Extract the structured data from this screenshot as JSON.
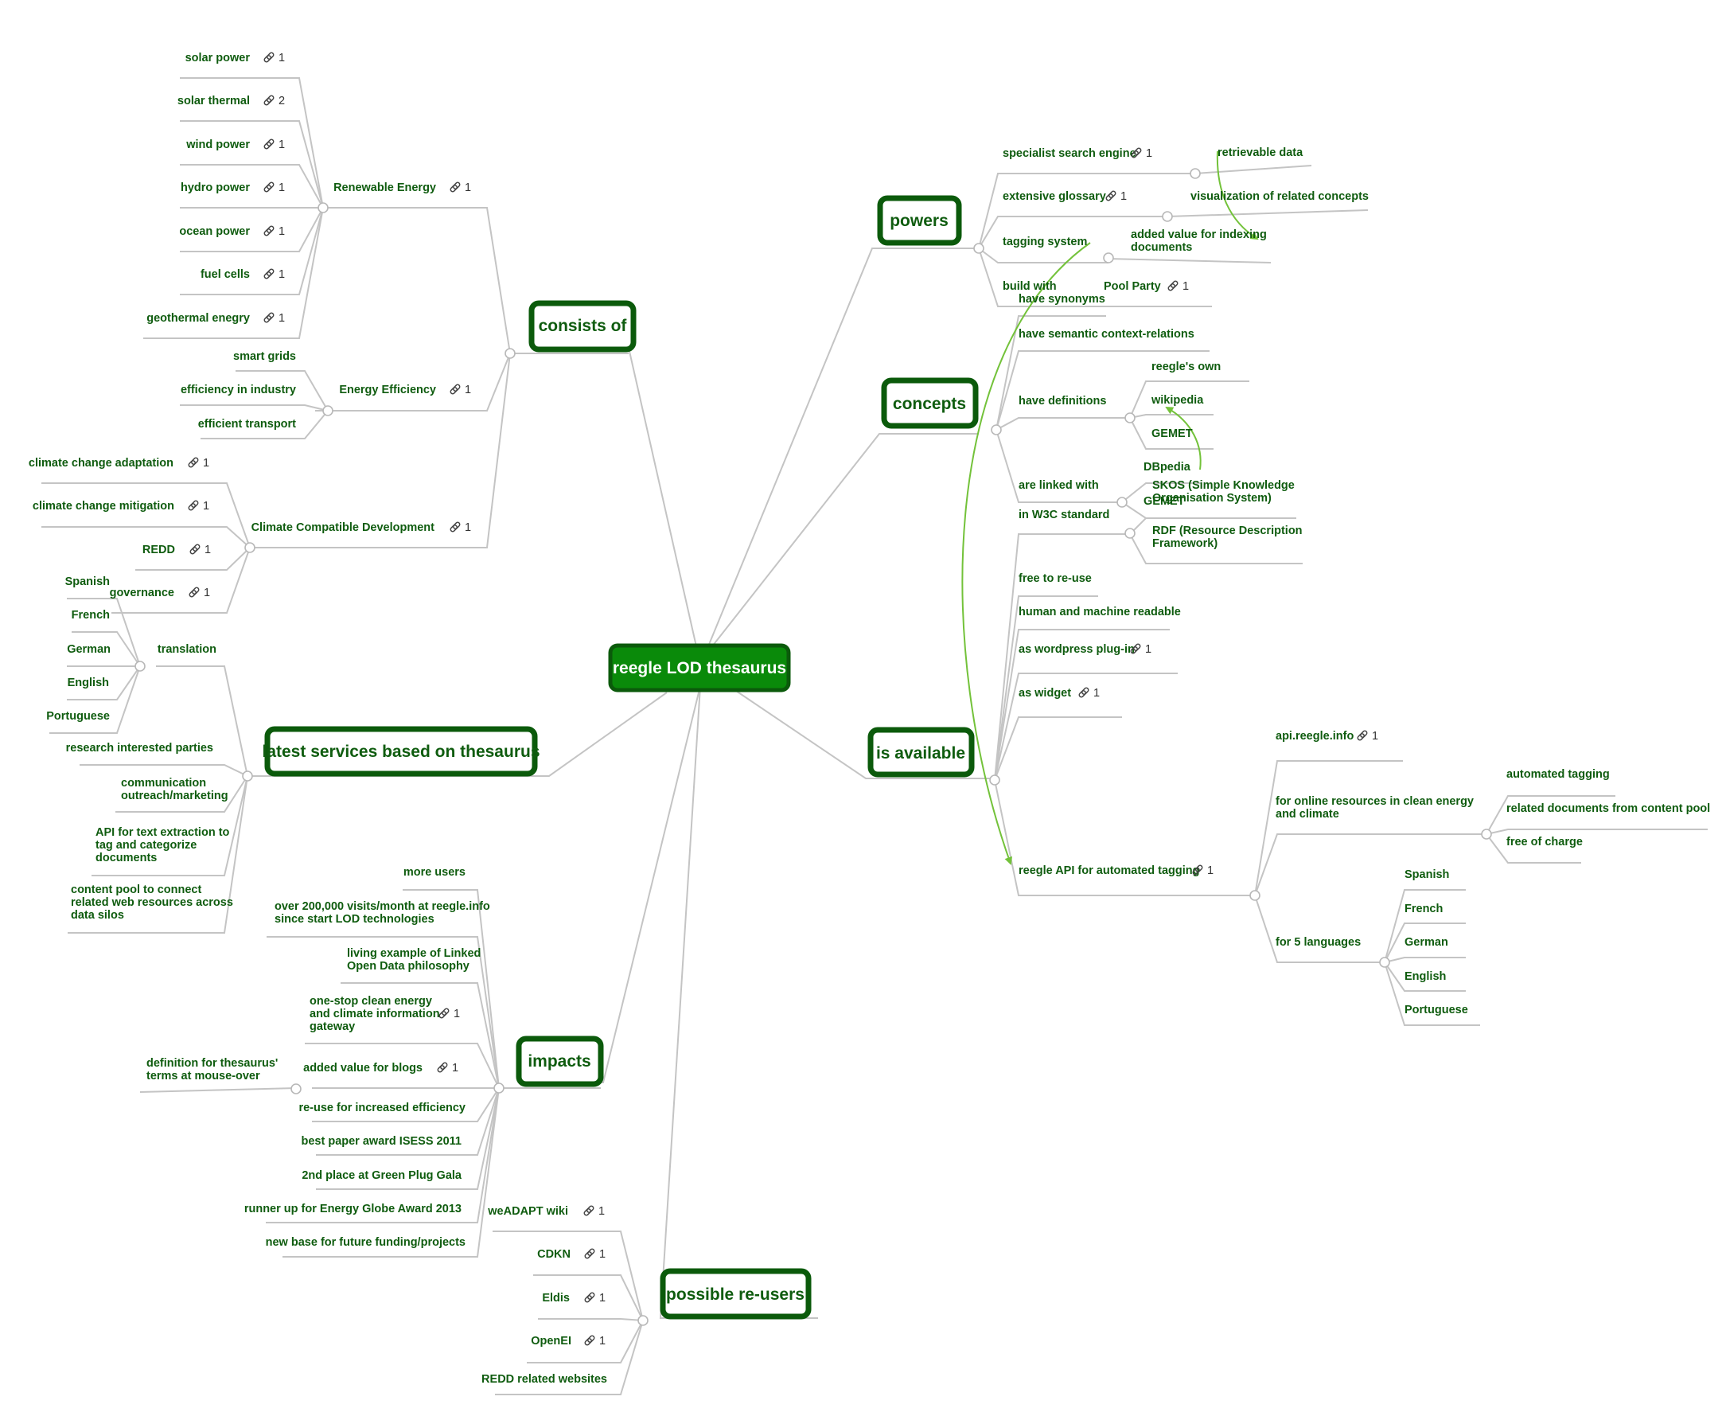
{
  "root": {
    "label": "reegle LOD thesaurus"
  },
  "branches": {
    "consists_of": {
      "label": "consists of"
    },
    "latest_services": {
      "label": "latest services based on thesaurus"
    },
    "impacts": {
      "label": "impacts"
    },
    "possible_reusers": {
      "label": "possible re-users"
    },
    "powers": {
      "label": "powers"
    },
    "concepts": {
      "label": "concepts"
    },
    "is_available": {
      "label": "is available"
    }
  },
  "nodes": {
    "solar_power": {
      "label": "solar power",
      "count": "1"
    },
    "solar_thermal": {
      "label": "solar thermal",
      "count": "2"
    },
    "wind_power": {
      "label": "wind power",
      "count": "1"
    },
    "hydro_power": {
      "label": "hydro power",
      "count": "1"
    },
    "ocean_power": {
      "label": "ocean power",
      "count": "1"
    },
    "fuel_cells": {
      "label": "fuel cells",
      "count": "1"
    },
    "geothermal": {
      "label": "geothermal enegry",
      "count": "1"
    },
    "renewable": {
      "label": "Renewable Energy",
      "count": "1"
    },
    "smart_grids": {
      "label": "smart grids"
    },
    "eff_industry": {
      "label": "efficiency in industry"
    },
    "eff_transport": {
      "label": "efficient transport"
    },
    "energy_eff": {
      "label": "Energy Efficiency",
      "count": "1"
    },
    "cc_adaptation": {
      "label": "climate change adaptation",
      "count": "1"
    },
    "cc_mitigation": {
      "label": "climate change mitigation",
      "count": "1"
    },
    "redd": {
      "label": "REDD",
      "count": "1"
    },
    "governance": {
      "label": "governance",
      "count": "1"
    },
    "ccd": {
      "label": "Climate Compatible Development",
      "count": "1"
    },
    "tr_spanish": {
      "label": "Spanish"
    },
    "tr_french": {
      "label": "French"
    },
    "tr_german": {
      "label": "German"
    },
    "tr_english": {
      "label": "English"
    },
    "tr_portuguese": {
      "label": "Portuguese"
    },
    "translation": {
      "label": "translation"
    },
    "research": {
      "label": "research interested parties"
    },
    "communication": {
      "lines": [
        "communication",
        "outreach/marketing"
      ]
    },
    "api_text": {
      "lines": [
        "API for text extraction to",
        "tag and categorize",
        "documents"
      ]
    },
    "content_pool": {
      "lines": [
        "content pool to connect",
        "related web resources across",
        "data silos"
      ]
    },
    "more_users": {
      "label": "more users"
    },
    "visits": {
      "lines": [
        "over 200,000 visits/month at reegle.info",
        "since start LOD technologies"
      ]
    },
    "living_example": {
      "lines": [
        "living example of Linked",
        "Open Data philosophy"
      ]
    },
    "one_stop": {
      "lines": [
        "one-stop clean energy",
        "and climate information",
        "gateway"
      ],
      "count": "1"
    },
    "added_value_blogs": {
      "label": "added value for blogs",
      "count": "1"
    },
    "definition": {
      "lines": [
        "definition for thesaurus'",
        "terms at mouse-over"
      ]
    },
    "reuse_eff": {
      "label": "re-use for increased efficiency"
    },
    "best_paper": {
      "label": "best paper award ISESS 2011"
    },
    "second_place": {
      "label": "2nd place at Green Plug Gala"
    },
    "runner_up": {
      "label": "runner up for Energy Globe Award 2013"
    },
    "new_base": {
      "label": "new base for future funding/projects"
    },
    "weadapt": {
      "label": "weADAPT wiki",
      "count": "1"
    },
    "cdkn": {
      "label": "CDKN",
      "count": "1"
    },
    "eldis": {
      "label": "Eldis",
      "count": "1"
    },
    "openei": {
      "label": "OpenEI",
      "count": "1"
    },
    "redd_sites": {
      "label": "REDD related websites"
    },
    "specialist": {
      "label": "specialist search engine",
      "count": "1"
    },
    "retrievable": {
      "label": "retrievable data"
    },
    "glossary": {
      "label": "extensive glossary",
      "count": "1"
    },
    "visualization": {
      "label": "visualization of related concepts"
    },
    "tagging_system": {
      "label": "tagging system"
    },
    "added_value_idx": {
      "lines": [
        "added value for indexing",
        "documents"
      ]
    },
    "build_with": {
      "label": "build with"
    },
    "pool_party": {
      "label": "Pool Party",
      "count": "1"
    },
    "synonyms": {
      "label": "have synonyms"
    },
    "semantic": {
      "label": "have semantic context-relations"
    },
    "definitions": {
      "label": "have definitions"
    },
    "reegles_own": {
      "label": "reegle's own"
    },
    "wikipedia": {
      "label": "wikipedia"
    },
    "gemet_def": {
      "label": "GEMET"
    },
    "linked_with": {
      "label": "are linked with"
    },
    "dbpedia": {
      "label": "DBpedia"
    },
    "gemet_link": {
      "label": "GEMET"
    },
    "w3c": {
      "label": "in W3C standard"
    },
    "skos": {
      "lines": [
        "SKOS (Simple Knowledge",
        "Organisation System)"
      ]
    },
    "rdf": {
      "lines": [
        "RDF (Resource Description",
        " Framework)"
      ]
    },
    "free_reuse": {
      "label": "free to re-use"
    },
    "readable": {
      "label": "human and machine readable"
    },
    "wp_plugin": {
      "label": "as wordpress plug-in",
      "count": "1"
    },
    "widget": {
      "label": "as widget",
      "count": "1"
    },
    "reegle_api": {
      "label": "reegle API for automated tagging",
      "count": "1"
    },
    "api_reegle": {
      "label": "api.reegle.info",
      "count": "1"
    },
    "online_resources": {
      "lines": [
        "for online resources in clean energy",
        "and climate"
      ]
    },
    "auto_tagging": {
      "label": "automated tagging"
    },
    "related_docs": {
      "label": "related documents from content pool"
    },
    "free_charge": {
      "label": "free of charge"
    },
    "five_lang": {
      "label": "for 5 languages"
    },
    "l_spanish": {
      "label": "Spanish"
    },
    "l_french": {
      "label": "French"
    },
    "l_german": {
      "label": "German"
    },
    "l_english": {
      "label": "English"
    },
    "l_portuguese": {
      "label": "Portuguese"
    }
  }
}
